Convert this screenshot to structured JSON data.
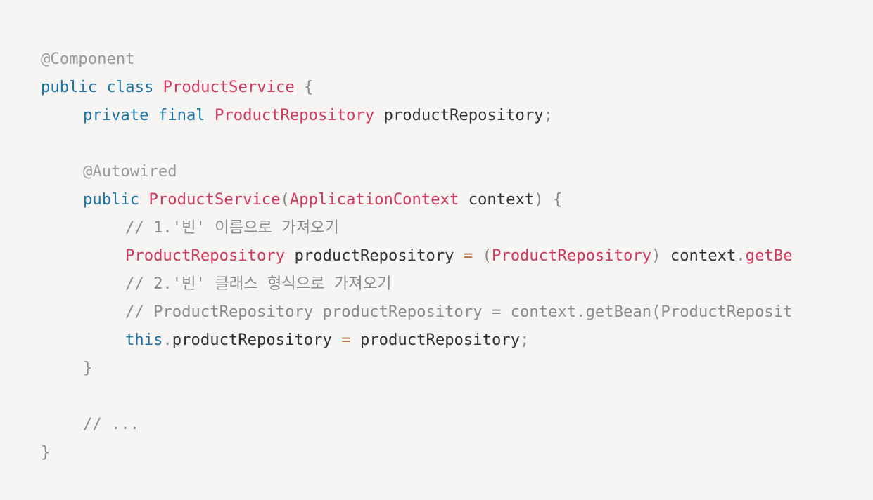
{
  "code": {
    "annotation_component": "@Component",
    "kw_public": "public",
    "kw_class": "class",
    "class_name": "ProductService",
    "brace_open": "{",
    "brace_close": "}",
    "kw_private": "private",
    "kw_final": "final",
    "type_repository": "ProductRepository",
    "field_name": "productRepository",
    "semicolon": ";",
    "annotation_autowired": "@Autowired",
    "paren_open": "(",
    "paren_close": ")",
    "type_context": "ApplicationContext",
    "param_context": "context",
    "comment_1": "// 1.'빈' 이름으로 가져오기",
    "assign": "=",
    "context_ref": "context",
    "dot": ".",
    "method_getbean_partial": "getBe",
    "comment_2": "// 2.'빈' 클래스 형식으로 가져오기",
    "comment_alt": "// ProductRepository productRepository = context.getBean(ProductReposit",
    "kw_this": "this",
    "this_field": "productRepository",
    "local_var": "productRepository",
    "comment_ellipsis": "// ..."
  },
  "colors": {
    "background": "#f6f5f4",
    "keyword": "#1a74a6",
    "type": "#d0385a",
    "identifier": "#333333",
    "comment": "#8c8c8c",
    "annotation": "#9a9a9a"
  }
}
